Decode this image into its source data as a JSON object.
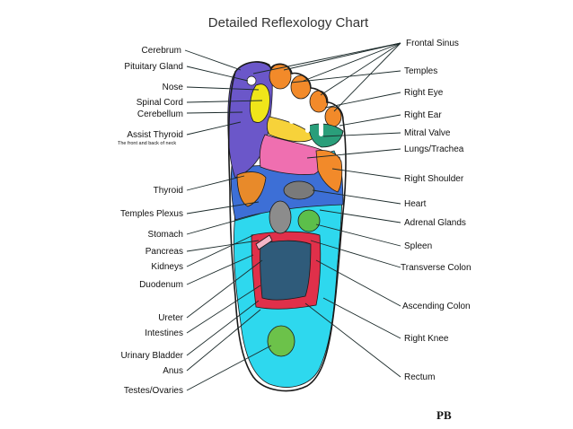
{
  "title": "Detailed Reflexology Chart",
  "labels_left": [
    {
      "id": "cerebrum",
      "text": "Cerebrum"
    },
    {
      "id": "pituitary-gland",
      "text": "Pituitary Gland"
    },
    {
      "id": "nose",
      "text": "Nose"
    },
    {
      "id": "spinal-cord",
      "text": "Spinal Cord"
    },
    {
      "id": "cerebellum",
      "text": "Cerebellum"
    },
    {
      "id": "assist-thyroid",
      "text": "Assist Thyroid"
    },
    {
      "id": "thyroid",
      "text": "Thyroid"
    },
    {
      "id": "temples-plexus",
      "text": "Temples Plexus"
    },
    {
      "id": "stomach",
      "text": "Stomach"
    },
    {
      "id": "pancreas",
      "text": "Pancreas"
    },
    {
      "id": "kidneys",
      "text": "Kidneys"
    },
    {
      "id": "duodenum",
      "text": "Duodenum"
    },
    {
      "id": "ureter",
      "text": "Ureter"
    },
    {
      "id": "intestines",
      "text": "Intestines"
    },
    {
      "id": "urinary-bladder",
      "text": "Urinary Bladder"
    },
    {
      "id": "anus",
      "text": "Anus"
    },
    {
      "id": "testes-ovaries",
      "text": "Testes/Ovaries"
    }
  ],
  "assist_thyroid_note": "The front and back of neck",
  "labels_right": [
    {
      "id": "frontal-sinus",
      "text": "Frontal Sinus"
    },
    {
      "id": "temples",
      "text": "Temples"
    },
    {
      "id": "right-eye",
      "text": "Right Eye"
    },
    {
      "id": "right-ear",
      "text": "Right Ear"
    },
    {
      "id": "mitral-valve",
      "text": "Mitral Valve"
    },
    {
      "id": "lungs-trachea",
      "text": "Lungs/Trachea"
    },
    {
      "id": "right-shoulder",
      "text": "Right Shoulder"
    },
    {
      "id": "heart",
      "text": "Heart"
    },
    {
      "id": "adrenal-glands",
      "text": "Adrenal Glands"
    },
    {
      "id": "spleen",
      "text": "Spleen"
    },
    {
      "id": "transverse-colon",
      "text": "Transverse Colon"
    },
    {
      "id": "ascending-colon",
      "text": "Ascending Colon"
    },
    {
      "id": "right-knee",
      "text": "Right Knee"
    },
    {
      "id": "rectum",
      "text": "Rectum"
    }
  ],
  "initials": "PB",
  "colors": {
    "brain": "#6b57c9",
    "big_toe_yellow": "#f0e51a",
    "toe_orange": "#f28a2a",
    "toe_green": "#2a9e7a",
    "lung_pink": "#ef6fb0",
    "shoulder_orange": "#f28a2a",
    "upper_blue": "#3d6fd6",
    "heart_grey": "#8c8c8c",
    "adrenal_green": "#5cbf4a",
    "transverse_red": "#e0304a",
    "intestine_dark": "#2f5b7a",
    "sole_cyan": "#2ed8ee",
    "bladder_green": "#6cc24a",
    "neck_yellow": "#f7d23a",
    "thyroid_orange": "#e88a2a"
  }
}
